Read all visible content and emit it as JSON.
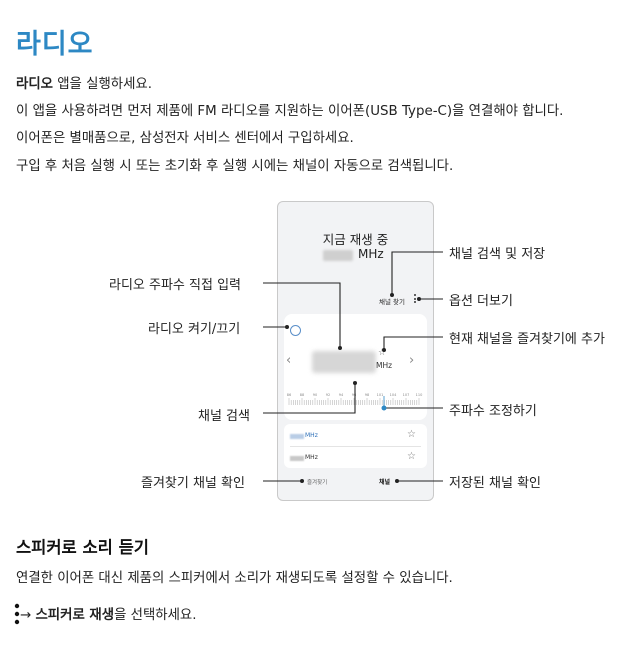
{
  "title": "라디오",
  "paragraphs": {
    "p1_bold": "라디오",
    "p1_rest": " 앱을 실행하세요.",
    "p2": "이 앱을 사용하려면 먼저 제품에 FM 라디오를 지원하는 이어폰(USB Type-C)을 연결해야 합니다.",
    "p3": "이어폰은 별매품으로, 삼성전자 서비스 센터에서 구입하세요.",
    "p4": "구입 후 처음 실행 시 또는 초기화 후 실행 시에는 채널이 자동으로 검색됩니다."
  },
  "phone": {
    "now_playing": "지금 재생 중",
    "mhz": "MHz",
    "scan_button": "채널 찾기",
    "current_mhz": "MHz",
    "scale_labels": [
      "86",
      "88",
      "90",
      "92",
      "94",
      "96",
      "98",
      "101",
      "104",
      "107",
      "110"
    ],
    "list_mhz_1": "MHz",
    "list_mhz_2": "MHz",
    "favorites_tab": "즐겨찾기",
    "saved_tab": "채널",
    "colors": {
      "accent": "#2d88c4",
      "power": "#5a8fc9"
    }
  },
  "callouts": {
    "scan_save": "채널 검색 및 저장",
    "direct_input": "라디오 주파수 직접 입력",
    "more_options": "옵션 더보기",
    "power": "라디오 켜기/끄기",
    "add_favorite": "현재 채널을 즐겨찾기에 추가",
    "channel_search": "채널 검색",
    "tune": "주파수 조정하기",
    "check_favorites": "즐겨찾기 채널 확인",
    "check_saved": "저장된 채널 확인"
  },
  "section2": {
    "heading": "스피커로 소리 듣기",
    "desc": "연결한 이어폰 대신 제품의 스피커에서 소리가 재생되도록 설정할 수 있습니다.",
    "instr_arrow": "→ ",
    "instr_bold": "스피커로 재생",
    "instr_rest": "을 선택하세요."
  }
}
